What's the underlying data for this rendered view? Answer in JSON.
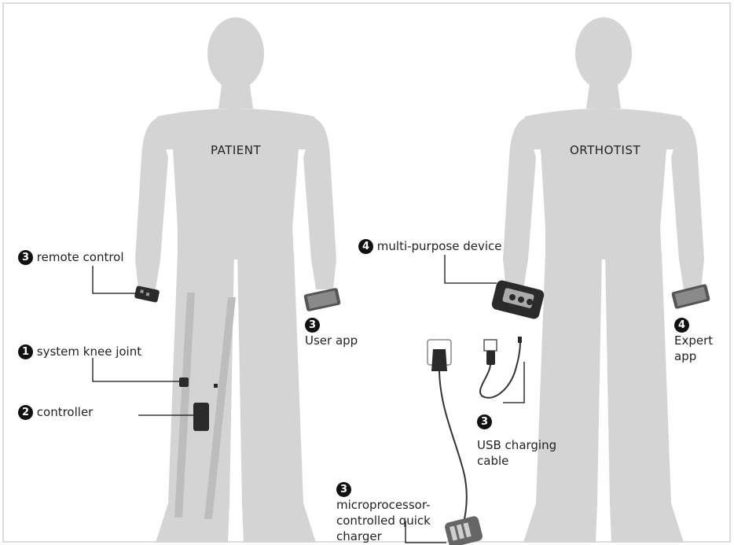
{
  "figures": {
    "patient_label": "PATIENT",
    "orthotist_label": "ORTHOTIST"
  },
  "callouts": [
    {
      "id": "remote",
      "number": "3",
      "text": "remote control"
    },
    {
      "id": "knee",
      "number": "1",
      "text": "system knee joint"
    },
    {
      "id": "controller",
      "number": "2",
      "text": "controller"
    },
    {
      "id": "user_app",
      "number": "3",
      "text": "User app"
    },
    {
      "id": "multipurpose",
      "number": "4",
      "text": "multi-purpose device"
    },
    {
      "id": "expert_app",
      "number": "4",
      "text": "Expert app"
    },
    {
      "id": "usb",
      "number": "3",
      "text": "USB charging cable"
    },
    {
      "id": "charger",
      "number": "3",
      "text": "microprocessor-controlled quick charger"
    }
  ],
  "colors": {
    "silhouette": "#d4d4d4",
    "orthosis_bar": "#bdbdbd",
    "device_dark": "#2a2a2a",
    "frame": "#dcdcdc"
  }
}
